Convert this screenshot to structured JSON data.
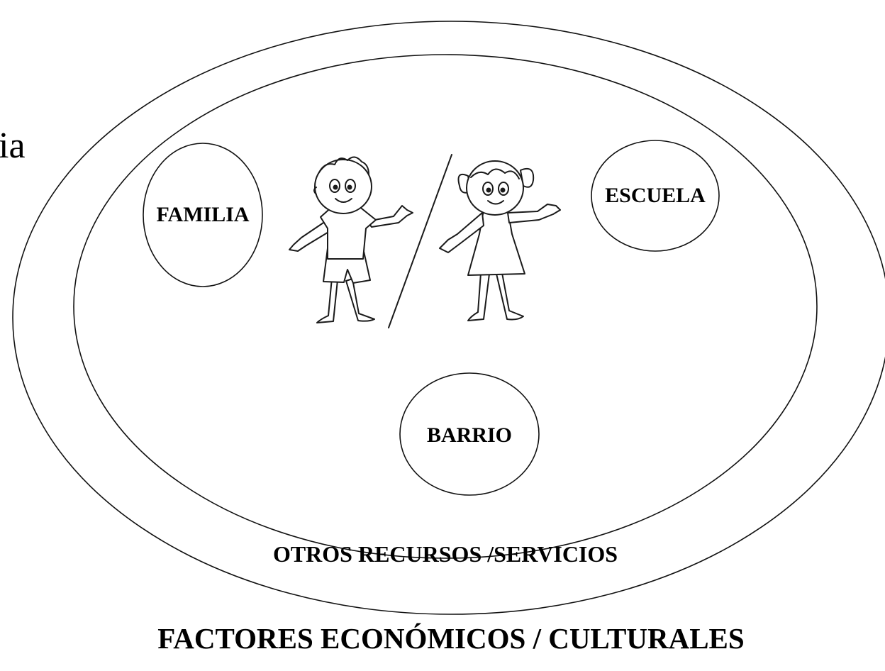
{
  "diagram": {
    "side_fragment": "ia",
    "outer_label": "FACTORES ECONÓMICOS / CULTURALES",
    "inner_label": "OTROS RECURSOS /SERVICIOS",
    "nodes": {
      "familia": "FAMILIA",
      "escuela": "ESCUELA",
      "barrio": "BARRIO"
    },
    "stroke_color": "#111111",
    "background_color": "#ffffff"
  }
}
